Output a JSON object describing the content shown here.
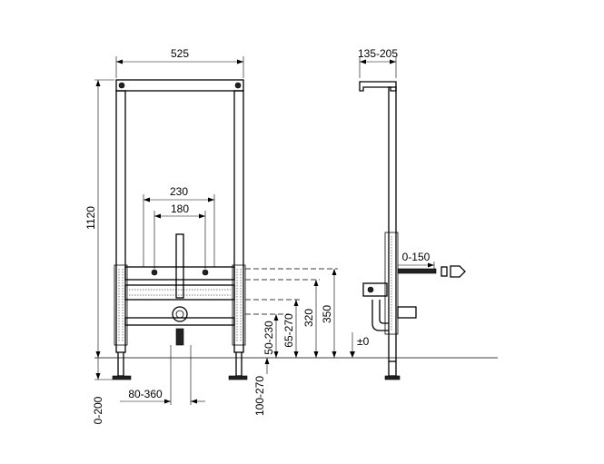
{
  "dimensions": {
    "frame_width": "525",
    "depth": "135-205",
    "height": "1120",
    "outer_spacing": "230",
    "inner_spacing": "180",
    "projection": "0-150",
    "supply_height": "350",
    "outlet_height": "320",
    "range_65_270": "65-270",
    "range_50_230": "50-230",
    "floor_zero": "±0",
    "foot_range": "0-200",
    "foot_spacing": "80-360",
    "drain_range": "100-270"
  }
}
